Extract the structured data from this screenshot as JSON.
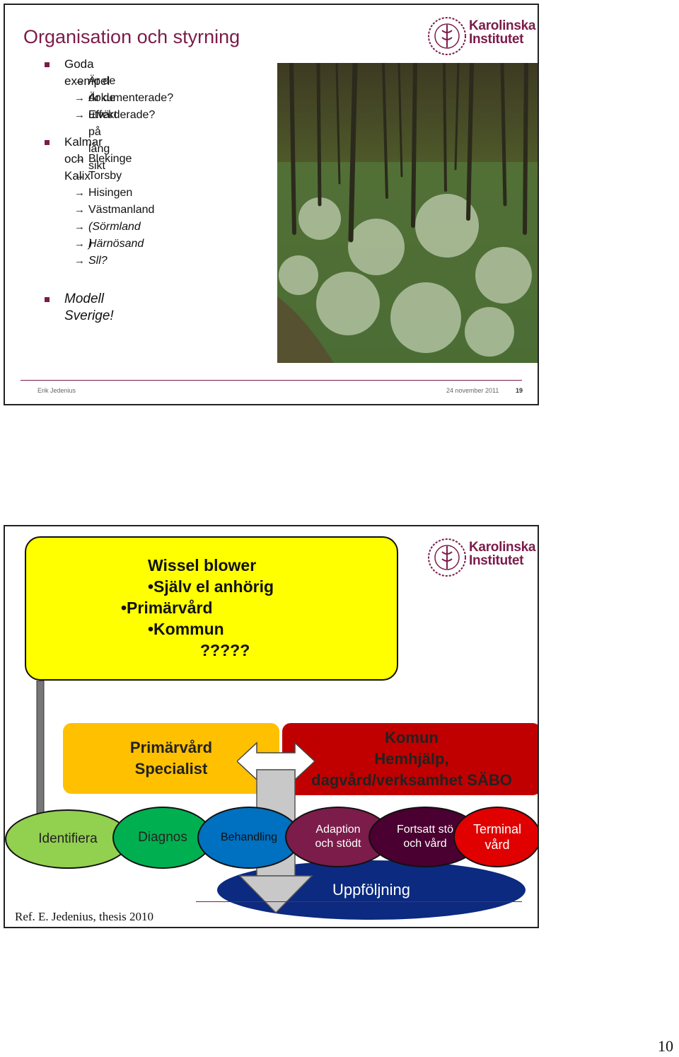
{
  "slide1": {
    "title": "Organisation och styrning",
    "bullets": [
      {
        "text": "Goda exempel",
        "sub": [
          "Är de dokumenterade?",
          "Är de utvärderade?",
          "Effekt på lång sikt"
        ]
      },
      {
        "text": "Kalmar och Kalix",
        "sub": [
          "Blekinge",
          "Torsby",
          "Hisingen",
          "Västmanland",
          "(Sörmland )",
          "Härnösand",
          "Sll?"
        ]
      },
      {
        "text": "Modell Sverige!"
      }
    ],
    "arrow_glyph": "→",
    "footer": {
      "author": "Erik Jedenius",
      "date": "24 november 2011",
      "slide_number": "19"
    },
    "logo": {
      "line1": "Karolinska",
      "line2": "Institutet"
    }
  },
  "slide2": {
    "yellow_box": {
      "line1": "Wissel blower",
      "line2": "•Själv el anhörig",
      "line3": "•Primärvård",
      "line4": "•Kommun",
      "line5": "?????"
    },
    "orange_box": {
      "line1": "Primärvård",
      "line2": "Specialist"
    },
    "red_box": {
      "line1": "Komun",
      "line2": "Hemhjälp,",
      "line3": "dagvård/verksamhet SÄBO"
    },
    "ovals": [
      {
        "label": "Identifiera",
        "color": "#92d050"
      },
      {
        "label": "Diagnos",
        "color": "#00b050"
      },
      {
        "label": "Behandling",
        "color": "#0070c0"
      },
      {
        "label": "Adaption och stödt",
        "color": "#7b1c4a"
      },
      {
        "label": "Fortsatt stö och vård",
        "color": "#4a0030"
      },
      {
        "label": "Terminal vård",
        "color": "#e00000"
      }
    ],
    "followup": "Uppföljning",
    "reference": "Ref. E. Jedenius, thesis 2010",
    "logo": {
      "line1": "Karolinska",
      "line2": "Institutet"
    }
  },
  "page_number": "10"
}
